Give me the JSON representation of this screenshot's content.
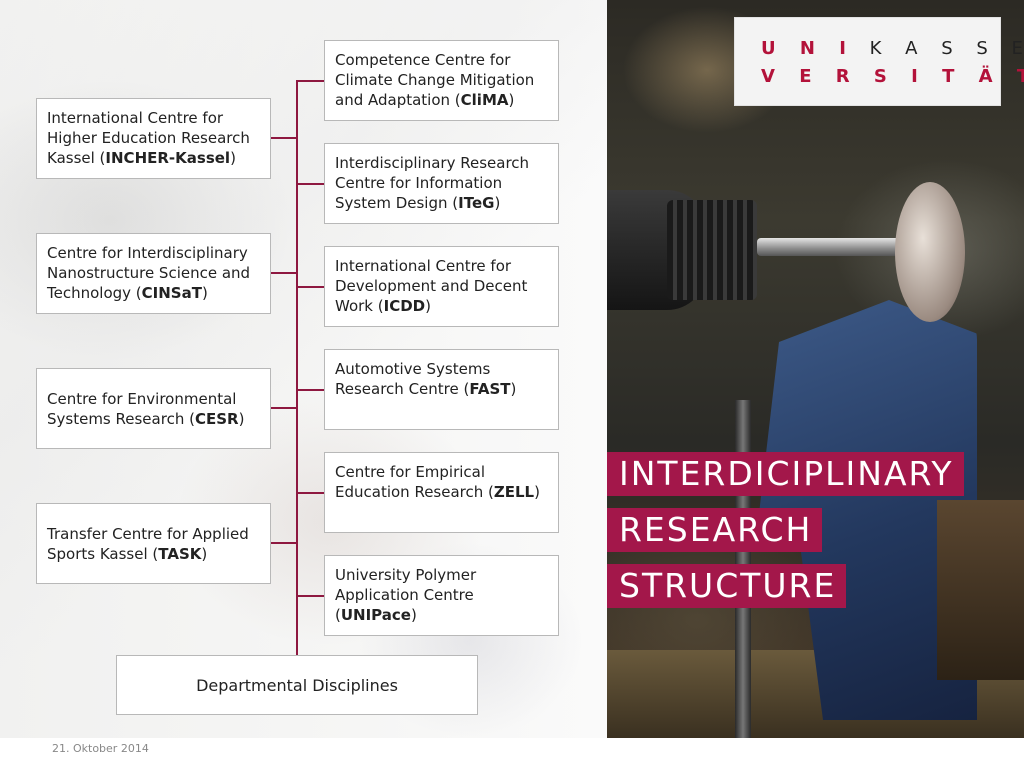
{
  "logo": {
    "line1": [
      {
        "text": "U N I",
        "accent": true
      },
      {
        "text": " K A S S E L",
        "accent": false
      }
    ],
    "line2": [
      {
        "text": "V E R S I T Ä T",
        "accent": true
      }
    ]
  },
  "title": {
    "line1": "INTERDICIPLINARY",
    "line2": "RESEARCH",
    "line3": "STRUCTURE"
  },
  "left_centres": [
    {
      "prefix": "International Centre for Higher Education Research Kassel (",
      "abbr": "INCHER-Kassel",
      "suffix": ")"
    },
    {
      "prefix": "Centre for Interdisciplinary Nanostructure Science and Technology (",
      "abbr": "CINSaT",
      "suffix": ")"
    },
    {
      "prefix": "Centre for Environmental Systems Research (",
      "abbr": "CESR",
      "suffix": ")"
    },
    {
      "prefix": "Transfer Centre for Applied Sports Kassel (",
      "abbr": "TASK",
      "suffix": ")"
    }
  ],
  "right_centres": [
    {
      "prefix": "Competence Centre for Climate Change Mitigation and Adaptation (",
      "abbr": "CliMA",
      "suffix": ")"
    },
    {
      "prefix": "Interdisciplinary Research Centre for Information System Design (",
      "abbr": "ITeG",
      "suffix": ")"
    },
    {
      "prefix": "International Centre for Development and Decent Work (",
      "abbr": "ICDD",
      "suffix": ")"
    },
    {
      "prefix": "Automotive Systems Research Centre (",
      "abbr": "FAST",
      "suffix": ")"
    },
    {
      "prefix": "Centre for Empirical Education Research (",
      "abbr": "ZELL",
      "suffix": ")"
    },
    {
      "prefix": "University Polymer Application Centre (",
      "abbr": "UNIPace",
      "suffix": ")"
    }
  ],
  "base": "Departmental Disciplines",
  "footer": {
    "date": "21. Oktober 2014"
  },
  "colors": {
    "accent": "#a3174a",
    "connector": "#8e1840"
  }
}
